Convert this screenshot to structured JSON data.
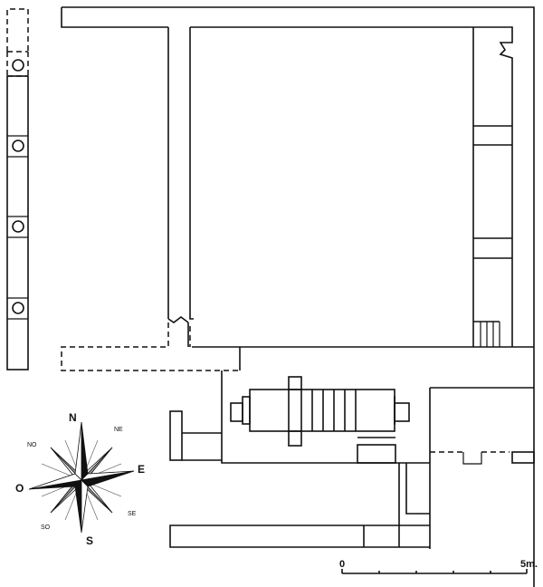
{
  "compass": {
    "north": "N",
    "east": "E",
    "south": "S",
    "west": "O",
    "northeast": "NE",
    "northwest": "NO",
    "southeast": "SE",
    "southwest": "SO"
  },
  "scale": {
    "start_label": "0",
    "end_label": "5m."
  },
  "colors": {
    "ink": "#111111",
    "background": "#ffffff",
    "compass_grey": "#9a9a9a"
  }
}
